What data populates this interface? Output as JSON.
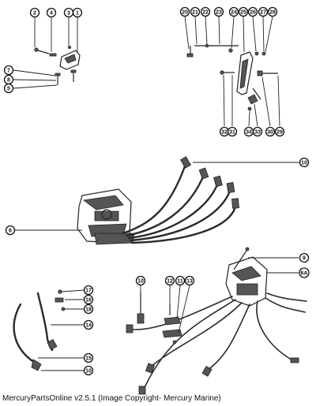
{
  "caption": "MercuryPartsOnline v2.5.1 (Image Copyright- Mercury Marine)",
  "callouts": [
    "2",
    "4",
    "3",
    "1",
    "7",
    "8",
    "5",
    "20",
    "21",
    "22",
    "23",
    "24",
    "25",
    "26",
    "27",
    "28",
    "32",
    "31",
    "34",
    "33",
    "30",
    "29",
    "10",
    "6",
    "9",
    "6A",
    "10",
    "12",
    "11",
    "13",
    "17",
    "16",
    "18",
    "14",
    "15",
    "10"
  ]
}
